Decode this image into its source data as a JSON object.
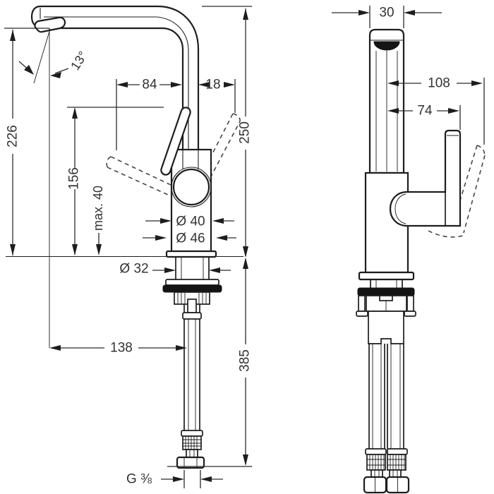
{
  "page": {
    "background": "#ffffff",
    "line_color": "#1d1d1d",
    "text_color": "#333333"
  },
  "dims": {
    "left": {
      "h226": "226",
      "angle": "13°",
      "w84": "84",
      "w18": "18",
      "h250": "250",
      "h156": "156",
      "max40": "max. 40",
      "d40": "Ø 40",
      "d46": "Ø 46",
      "d32": "Ø 32",
      "w138": "138",
      "h385": "385",
      "thread": "G ⅜"
    },
    "right": {
      "w30": "30",
      "w108": "108",
      "w74": "74"
    }
  }
}
